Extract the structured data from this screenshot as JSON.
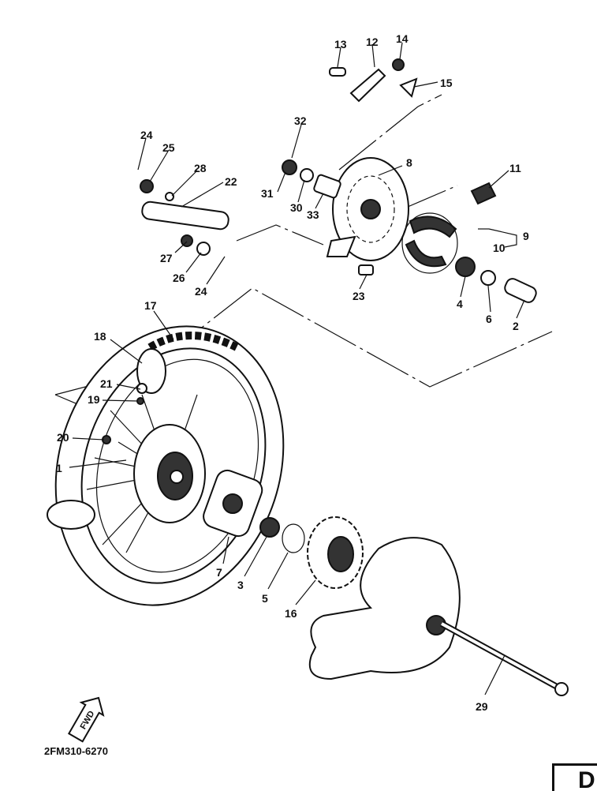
{
  "diagram": {
    "part_labels": [
      "1",
      "2",
      "3",
      "4",
      "5",
      "6",
      "7",
      "8",
      "9",
      "10",
      "11",
      "12",
      "13",
      "14",
      "15",
      "16",
      "17",
      "18",
      "19",
      "20",
      "21",
      "22",
      "23",
      "24",
      "25",
      "26",
      "27",
      "28",
      "29",
      "30",
      "31",
      "32",
      "33"
    ],
    "fwd_label": "FWD",
    "part_number": "2FM310-6270",
    "page_letter": "D"
  }
}
